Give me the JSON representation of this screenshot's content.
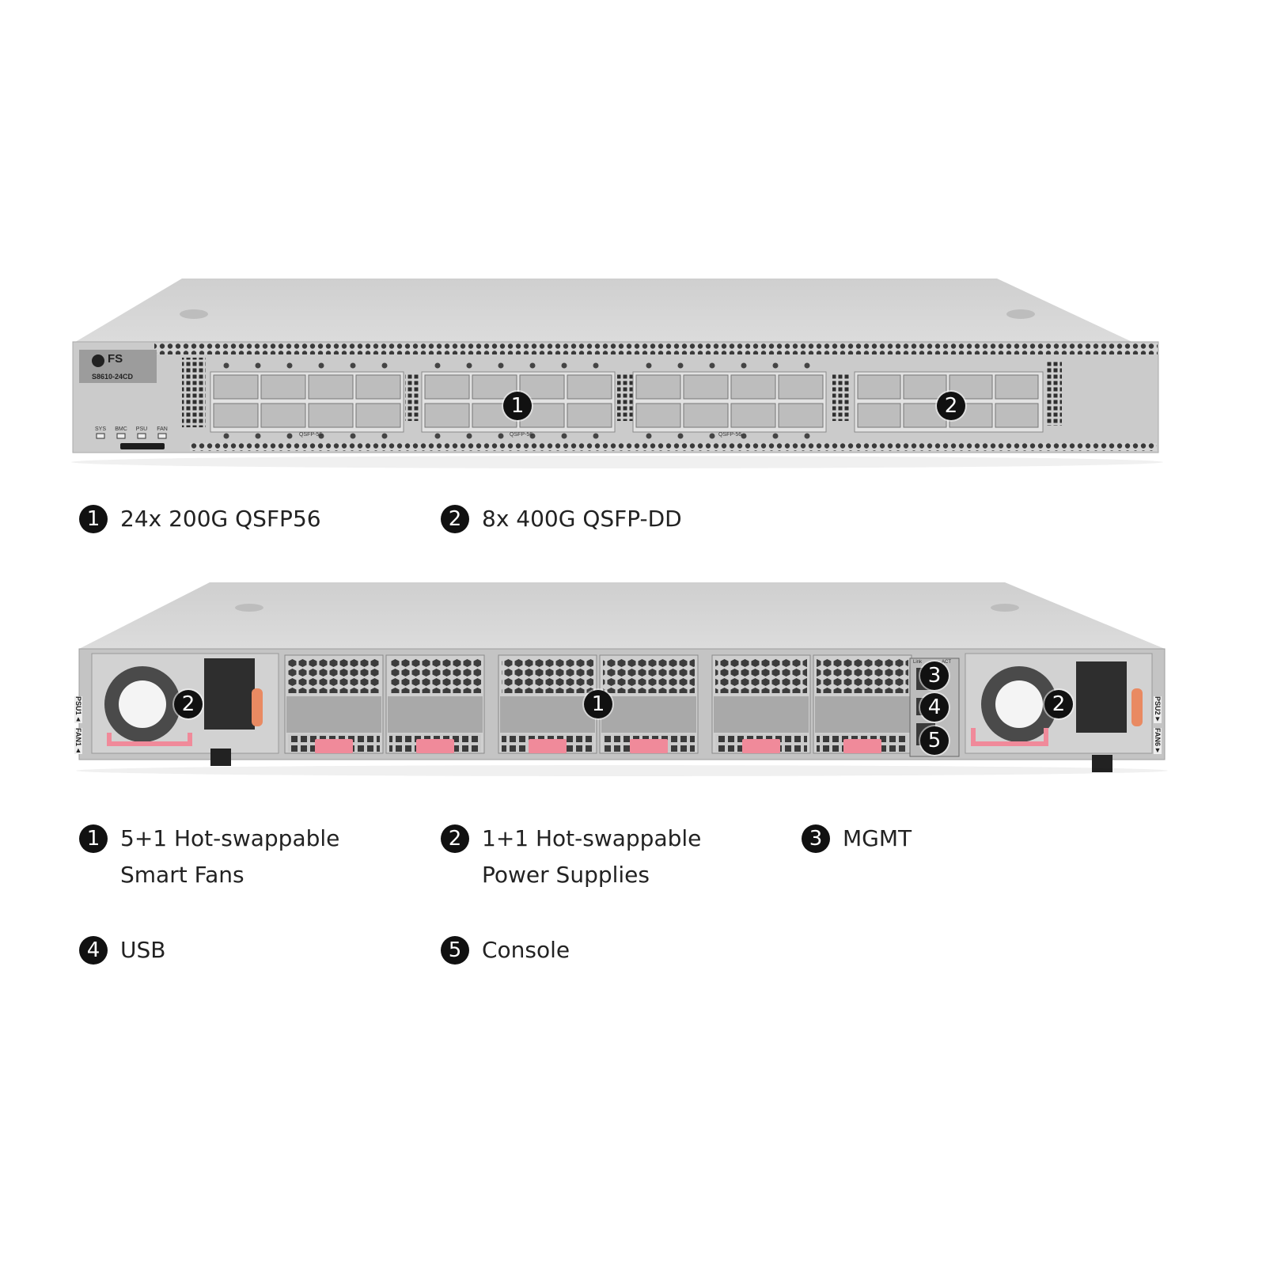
{
  "front_panel": {
    "brand": "FS",
    "model": "S8610-24CD",
    "leds": [
      "SYS",
      "BMC",
      "PSU",
      "FAN"
    ],
    "port_type_label": "QSFP-56",
    "callouts": [
      "1",
      "2"
    ]
  },
  "front_legend": [
    {
      "num": "1",
      "text": "24x 200G QSFP56"
    },
    {
      "num": "2",
      "text": "8x 400G QSFP-DD"
    }
  ],
  "rear_panel": {
    "psu_left_label": "PSU1▲",
    "fan_left_label": "FAN1▲",
    "psu_right_label": "PSU2▼",
    "fan_right_label": "FAN6▼",
    "mgmt_labels": [
      "Link",
      "ACT"
    ],
    "callouts": [
      "2",
      "1",
      "3",
      "4",
      "5",
      "2"
    ]
  },
  "rear_legend": [
    {
      "num": "1",
      "text": "5+1 Hot-swappable Smart Fans"
    },
    {
      "num": "2",
      "text": "1+1 Hot-swappable Power Supplies"
    },
    {
      "num": "3",
      "text": "MGMT"
    },
    {
      "num": "4",
      "text": "USB"
    },
    {
      "num": "5",
      "text": "Console"
    }
  ],
  "colors": {
    "chassis": "#c9c9c9",
    "chassis_top": "#d6d6d6",
    "fan_handle": "#f08a9a",
    "psu_handle": "#e98a62",
    "badge": "#111111"
  }
}
